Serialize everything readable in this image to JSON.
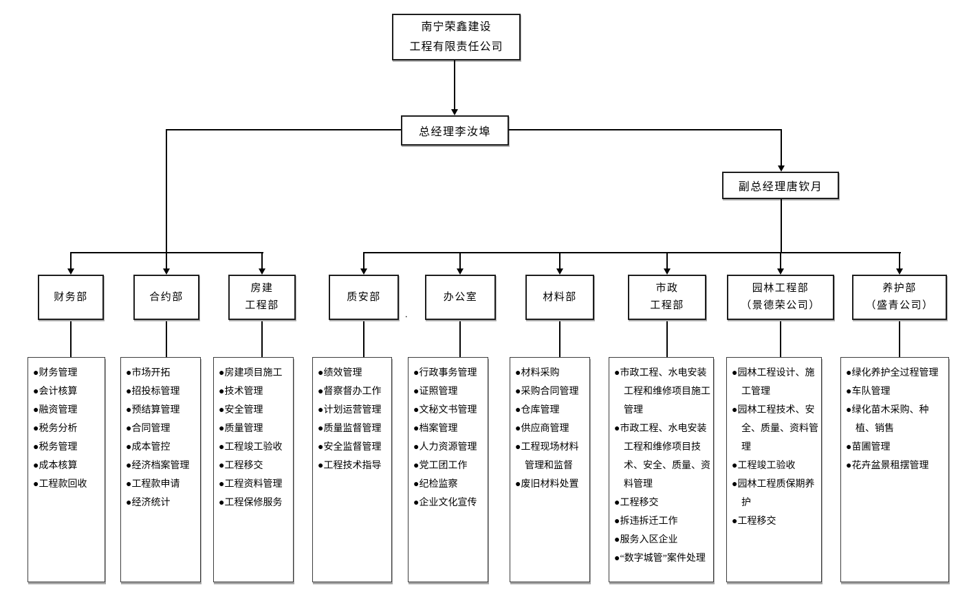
{
  "colors": {
    "line": "#000000",
    "border": "#1c1c1c",
    "background": "#ffffff",
    "text": "#000000"
  },
  "org": {
    "company": {
      "name_lines": [
        "南宁荣鑫建设",
        "工程有限责任公司"
      ]
    },
    "general_manager": "总经理李汝埠",
    "deputy_general_manager": "副总经理唐钦月",
    "stray_mark": ".",
    "departments": [
      {
        "id": "finance",
        "title_lines": [
          "财务部"
        ],
        "duties": [
          "财务管理",
          "会计核算",
          "融资管理",
          "税务分析",
          "税务管理",
          "成本核算",
          "工程款回收"
        ]
      },
      {
        "id": "contract",
        "title_lines": [
          "合约部"
        ],
        "duties": [
          "市场开拓",
          "招投标管理",
          "预结算管理",
          "合同管理",
          "成本管控",
          "经济档案管理",
          "工程款申请",
          "经济统计"
        ]
      },
      {
        "id": "housing-engineering",
        "title_lines": [
          "房建",
          "工程部"
        ],
        "duties": [
          "房建项目施工",
          "技术管理",
          "安全管理",
          "质量管理",
          "工程竣工验收",
          "工程移交",
          "工程资料管理",
          "工程保修服务"
        ]
      },
      {
        "id": "quality-safety",
        "title_lines": [
          "质安部"
        ],
        "duties": [
          "绩效管理",
          "督察督办工作",
          "计划运营管理",
          "质量监督管理",
          "安全监督管理",
          "工程技术指导"
        ]
      },
      {
        "id": "office",
        "title_lines": [
          "办公室"
        ],
        "duties": [
          "行政事务管理",
          "证照管理",
          "文秘文书管理",
          "档案管理",
          "人力资源管理",
          "党工团工作",
          "纪检监察",
          "企业文化宣传"
        ]
      },
      {
        "id": "materials",
        "title_lines": [
          "材料部"
        ],
        "duties": [
          "材料采购",
          "采购合同管理",
          "仓库管理",
          "供应商管理",
          "工程现场材料管理和监督",
          "废旧材料处置"
        ]
      },
      {
        "id": "municipal-engineering",
        "title_lines": [
          "市政",
          "工程部"
        ],
        "duties": [
          "市政工程、水电安装工程和维修项目施工管理",
          "市政工程、水电安装工程和维修项目技术、安全、质量、资料管理",
          "工程移交",
          "拆违拆迁工作",
          "服务入区企业",
          "“数字城管”案件处理"
        ]
      },
      {
        "id": "landscape-engineering",
        "title_lines": [
          "园林工程部",
          "（景德荣公司）"
        ],
        "duties": [
          "园林工程设计、施工管理",
          "园林工程技术、安全、质量、资料管理",
          "工程竣工验收",
          "园林工程质保期养护",
          "工程移交"
        ]
      },
      {
        "id": "maintenance",
        "title_lines": [
          "养护部",
          "（盛青公司）"
        ],
        "duties": [
          "绿化养护全过程管理",
          "车队管理",
          "绿化苗木采购、种植、销售",
          "苗圃管理",
          "花卉盆景租摆管理"
        ]
      }
    ]
  }
}
